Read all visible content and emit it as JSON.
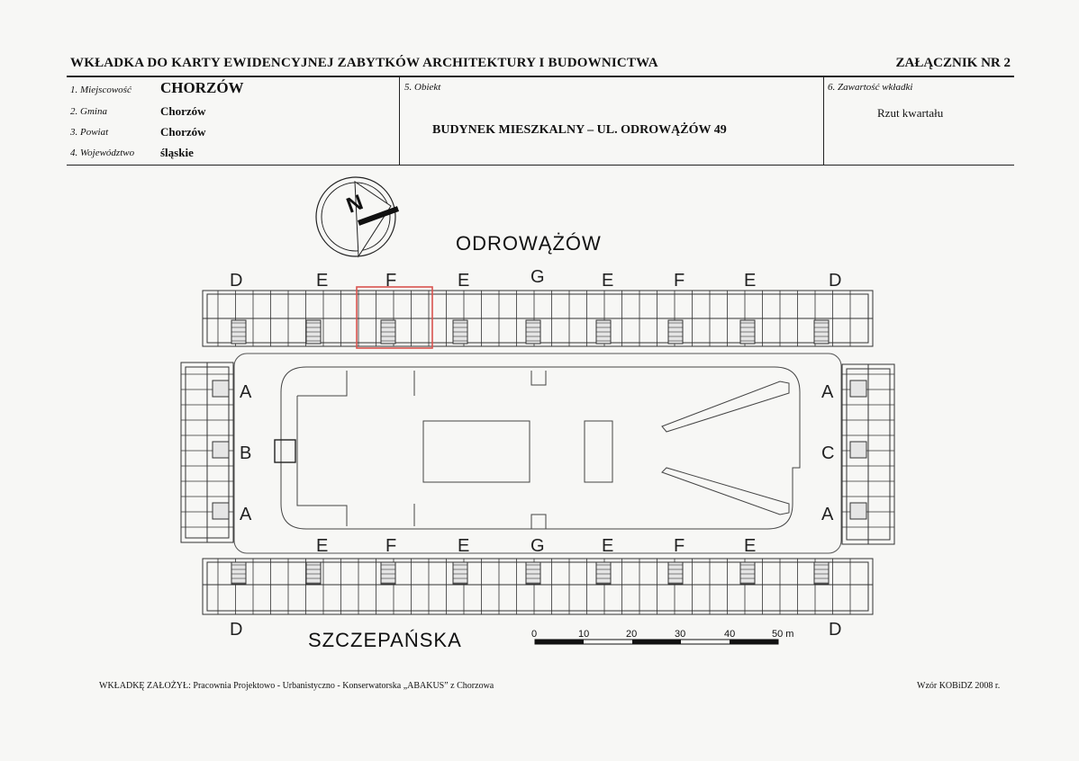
{
  "header": {
    "title": "WKŁADKA DO KARTY EWIDENCYJNEJ ZABYTKÓW ARCHITEKTURY I BUDOWNICTWA",
    "annex": "ZAŁĄCZNIK NR 2"
  },
  "fields": {
    "miejscowosc_label": "1. Miejscowość",
    "miejscowosc_value": "CHORZÓW",
    "gmina_label": "2. Gmina",
    "gmina_value": "Chorzów",
    "powiat_label": "3. Powiat",
    "powiat_value": "Chorzów",
    "wojewodztwo_label": "4. Województwo",
    "wojewodztwo_value": "śląskie",
    "obiekt_label": "5. Obiekt",
    "obiekt_value": "BUDYNEK MIESZKALNY – UL. ODROWĄŻÓW 49",
    "zawartosc_label": "6. Zawartość wkładki",
    "zawartosc_value": "Rzut kwartału"
  },
  "plan": {
    "north_letter": "N",
    "street_top": "ODROWĄŻÓW",
    "street_bottom": "SZCZEPAŃSKA",
    "top_labels": [
      "D",
      "E",
      "F",
      "E",
      "G",
      "E",
      "F",
      "E",
      "D"
    ],
    "bottom_labels": [
      "E",
      "F",
      "E",
      "G",
      "E",
      "F",
      "E"
    ],
    "bottom_corners": [
      "D",
      "D"
    ],
    "left_labels": [
      "A",
      "B",
      "A"
    ],
    "right_labels": [
      "A",
      "C",
      "A"
    ],
    "scale_ticks": [
      "0",
      "10",
      "20",
      "30",
      "40",
      "50 m"
    ]
  },
  "footer": {
    "left": "WKŁADKĘ ZAŁOŻYŁ: Pracownia Projektowo - Urbanistyczno - Konserwatorska „ABAKUS” z Chorzowa",
    "right": "Wzór KOBiDZ 2008 r."
  }
}
